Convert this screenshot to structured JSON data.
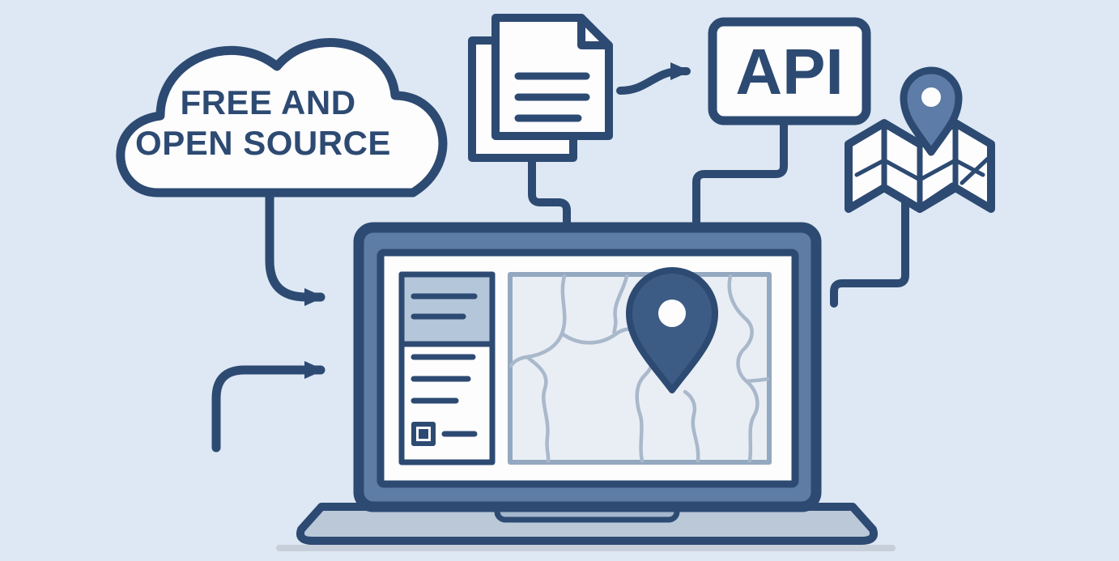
{
  "illustration": {
    "title": "Free and open source web mapping illustration",
    "cloud": {
      "line1": "FREE AND",
      "line2": "OPEN SOURCE"
    },
    "api_box": {
      "label": "API"
    },
    "icons": [
      "cloud-icon",
      "documents-icon",
      "api-box",
      "folded-map-icon",
      "location-pin-icon",
      "laptop-icon",
      "arrow-icon"
    ],
    "colors": {
      "background": "#dde8f4",
      "outline": "#2d4a72",
      "white": "#fdfdfe",
      "bezel": "#5d7da6",
      "panel_fill": "#b3c6da",
      "base_fill": "#bac8d8",
      "notch_fill": "#a4b7cc",
      "map_fill": "#e9eef4",
      "map_border": "#94a8c0",
      "map_lines": "#a9b8cb",
      "pin_dark": "#3c5c86",
      "pin_light": "#5d7ca7",
      "shadow": "#c7d0da"
    }
  }
}
